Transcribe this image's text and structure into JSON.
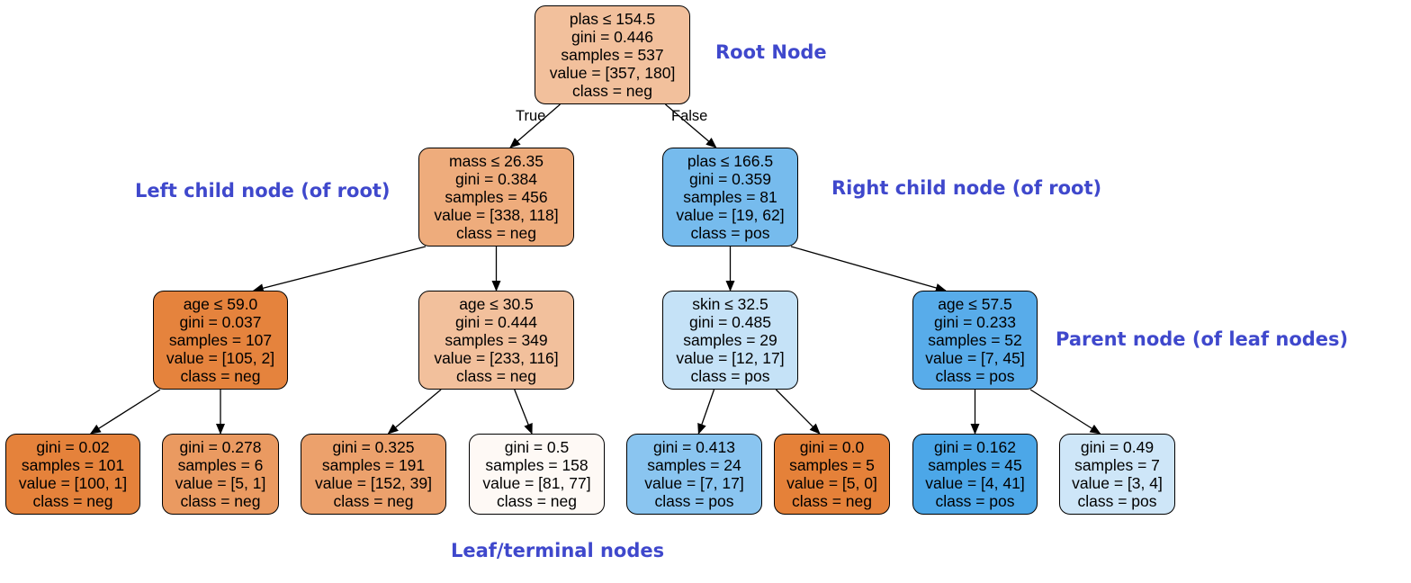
{
  "tree": {
    "nodes": [
      {
        "id": "root",
        "split": "plas ≤ 154.5",
        "gini": "gini = 0.446",
        "samples": "samples = 537",
        "value": "value = [357, 180]",
        "class": "class = neg",
        "fill": "#f2c09c"
      },
      {
        "id": "n1",
        "split": "mass ≤ 26.35",
        "gini": "gini = 0.384",
        "samples": "samples = 456",
        "value": "value = [338, 118]",
        "class": "class = neg",
        "fill": "#eeac7c"
      },
      {
        "id": "n2",
        "split": "plas ≤ 166.5",
        "gini": "gini = 0.359",
        "samples": "samples = 81",
        "value": "value = [19, 62]",
        "class": "class = pos",
        "fill": "#76bbed"
      },
      {
        "id": "n3",
        "split": "age ≤ 59.0",
        "gini": "gini = 0.037",
        "samples": "samples = 107",
        "value": "value = [105, 2]",
        "class": "class = neg",
        "fill": "#e5833d"
      },
      {
        "id": "n4",
        "split": "age ≤ 30.5",
        "gini": "gini = 0.444",
        "samples": "samples = 349",
        "value": "value = [233, 116]",
        "class": "class = neg",
        "fill": "#f2c09c"
      },
      {
        "id": "n5",
        "split": "skin ≤ 32.5",
        "gini": "gini = 0.485",
        "samples": "samples = 29",
        "value": "value = [12, 17]",
        "class": "class = pos",
        "fill": "#c5e2f7"
      },
      {
        "id": "n6",
        "split": "age ≤ 57.5",
        "gini": "gini = 0.233",
        "samples": "samples = 52",
        "value": "value = [7, 45]",
        "class": "class = pos",
        "fill": "#58acea"
      },
      {
        "id": "l1",
        "gini": "gini = 0.02",
        "samples": "samples = 101",
        "value": "value = [100, 1]",
        "class": "class = neg",
        "fill": "#e5823b"
      },
      {
        "id": "l2",
        "gini": "gini = 0.278",
        "samples": "samples = 6",
        "value": "value = [5, 1]",
        "class": "class = neg",
        "fill": "#ea9a61"
      },
      {
        "id": "l3",
        "gini": "gini = 0.325",
        "samples": "samples = 191",
        "value": "value = [152, 39]",
        "class": "class = neg",
        "fill": "#eca16c"
      },
      {
        "id": "l4",
        "gini": "gini = 0.5",
        "samples": "samples = 158",
        "value": "value = [81, 77]",
        "class": "class = neg",
        "fill": "#fef9f5"
      },
      {
        "id": "l5",
        "gini": "gini = 0.413",
        "samples": "samples = 24",
        "value": "value = [7, 17]",
        "class": "class = pos",
        "fill": "#8ac5f0"
      },
      {
        "id": "l6",
        "gini": "gini = 0.0",
        "samples": "samples = 5",
        "value": "value = [5, 0]",
        "class": "class = neg",
        "fill": "#e58139"
      },
      {
        "id": "l7",
        "gini": "gini = 0.162",
        "samples": "samples = 45",
        "value": "value = [4, 41]",
        "class": "class = pos",
        "fill": "#4ca7e8"
      },
      {
        "id": "l8",
        "gini": "gini = 0.49",
        "samples": "samples = 7",
        "value": "value = [3, 4]",
        "class": "class = pos",
        "fill": "#cee6f8"
      }
    ],
    "edges": [
      {
        "from": "root",
        "to": "n1",
        "label": "True"
      },
      {
        "from": "root",
        "to": "n2",
        "label": "False"
      },
      {
        "from": "n1",
        "to": "n3"
      },
      {
        "from": "n1",
        "to": "n4"
      },
      {
        "from": "n2",
        "to": "n5"
      },
      {
        "from": "n2",
        "to": "n6"
      },
      {
        "from": "n3",
        "to": "l1"
      },
      {
        "from": "n3",
        "to": "l2"
      },
      {
        "from": "n4",
        "to": "l3"
      },
      {
        "from": "n4",
        "to": "l4"
      },
      {
        "from": "n5",
        "to": "l5"
      },
      {
        "from": "n5",
        "to": "l6"
      },
      {
        "from": "n6",
        "to": "l7"
      },
      {
        "from": "n6",
        "to": "l8"
      }
    ]
  },
  "annotations": {
    "root": "Root Node",
    "left_child": "Left child node (of root)",
    "right_child": "Right child node (of root)",
    "parent": "Parent node (of leaf nodes)",
    "leaves": "Leaf/terminal nodes"
  },
  "colors": {
    "annotation": "#3f48cc",
    "neg": "#e58139",
    "pos": "#399de5"
  }
}
